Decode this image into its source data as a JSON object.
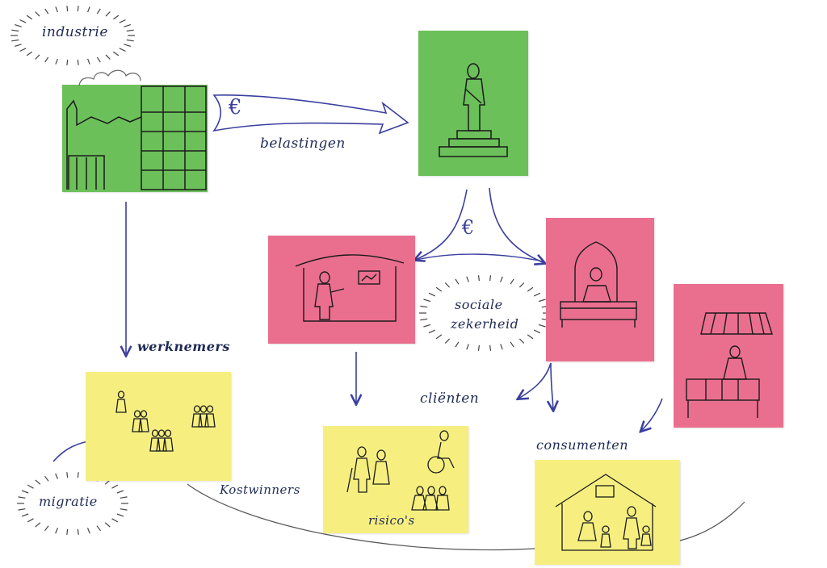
{
  "colors": {
    "green": "#6cc05a",
    "pink": "#ea6f8f",
    "yellow": "#f6ef80",
    "arrow": "#3b3f9e",
    "ink": "#1e2a55"
  },
  "clouds": {
    "industry": "industrie",
    "social_security": [
      "sociale",
      "zekerheid"
    ],
    "migration": "migratie"
  },
  "labels": {
    "taxes": "belastingen",
    "workers": "werknemers",
    "clients": "cliënten",
    "consumers": "consumenten",
    "breadwinners": "Kostwinners",
    "risks": "risico's"
  },
  "currency": {
    "top": "€",
    "middle": "€"
  },
  "icons": {
    "factory": "factory-icon",
    "statue": "statue-icon",
    "teacher": "teacher-classroom-icon",
    "official": "counter-official-icon",
    "market": "market-stall-icon",
    "family": "family-group-icon",
    "dependents": "elderly-disabled-children-icon",
    "household": "household-icon"
  }
}
